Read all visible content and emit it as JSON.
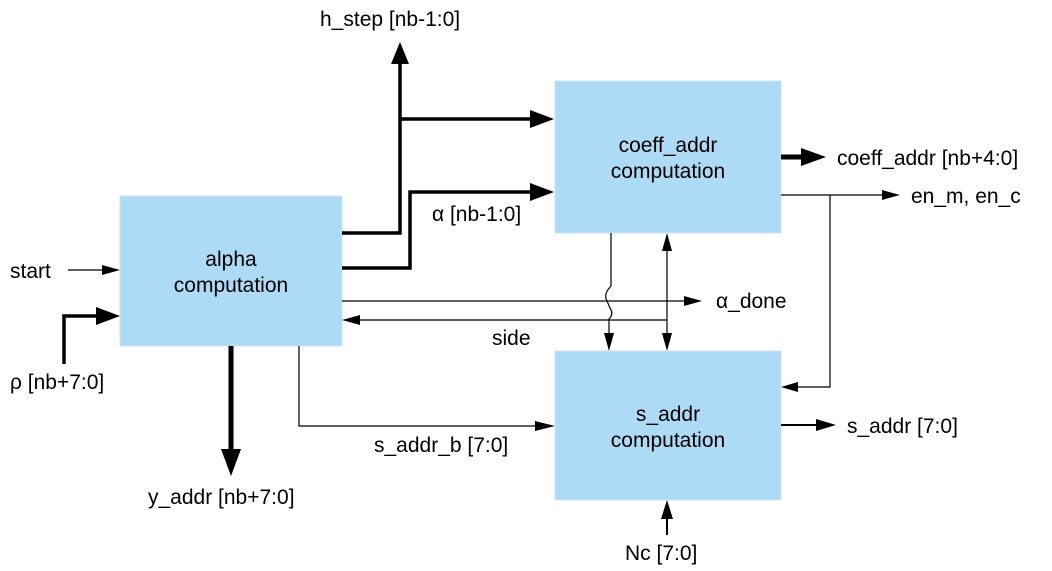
{
  "blocks": {
    "alpha": [
      "alpha",
      "computation"
    ],
    "coeff": [
      "coeff_addr",
      "computation"
    ],
    "saddr": [
      "s_addr",
      "computation"
    ]
  },
  "signals": {
    "h_step": "h_step [nb-1:0]",
    "alpha": "α [nb-1:0]",
    "coeff_addr": "coeff_addr [nb+4:0]",
    "en": "en_m, en_c",
    "start": "start",
    "rho": "ρ [nb+7:0]",
    "alpha_done": "α_done",
    "side": "side",
    "s_addr_b": "s_addr_b [7:0]",
    "s_addr": "s_addr [7:0]",
    "y_addr": "y_addr [nb+7:0]",
    "nc": "Nc [7:0]"
  },
  "colors": {
    "block_fill": "#ADDBF5",
    "line": "#000000"
  }
}
